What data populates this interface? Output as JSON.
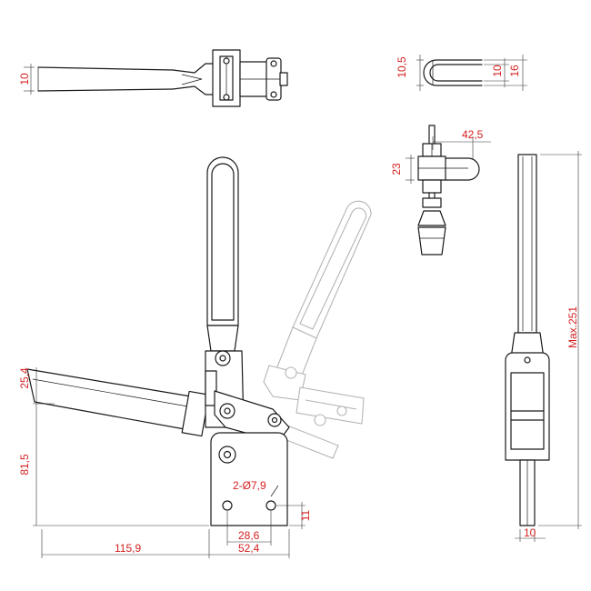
{
  "colors": {
    "dimension_text": "#d42020",
    "outline": "#1a1a1a",
    "ghost_outline": "#b5b5b5"
  },
  "dimensions": {
    "top_view_thickness": "10",
    "handle_tip_width": "10,5",
    "handle_tip_inner": "10",
    "handle_tip_outer": "16",
    "spindle_offset": "42,5",
    "spindle_height": "23",
    "handle_angle_width": "25,4",
    "clamp_height": "81,5",
    "mounting_holes": "2-Ø7,9",
    "hole_edge_offset": "11",
    "overall_length": "115,9",
    "hole_spacing": "28,6",
    "base_width": "52,4",
    "max_height": "Max.251",
    "base_thickness": "10"
  }
}
